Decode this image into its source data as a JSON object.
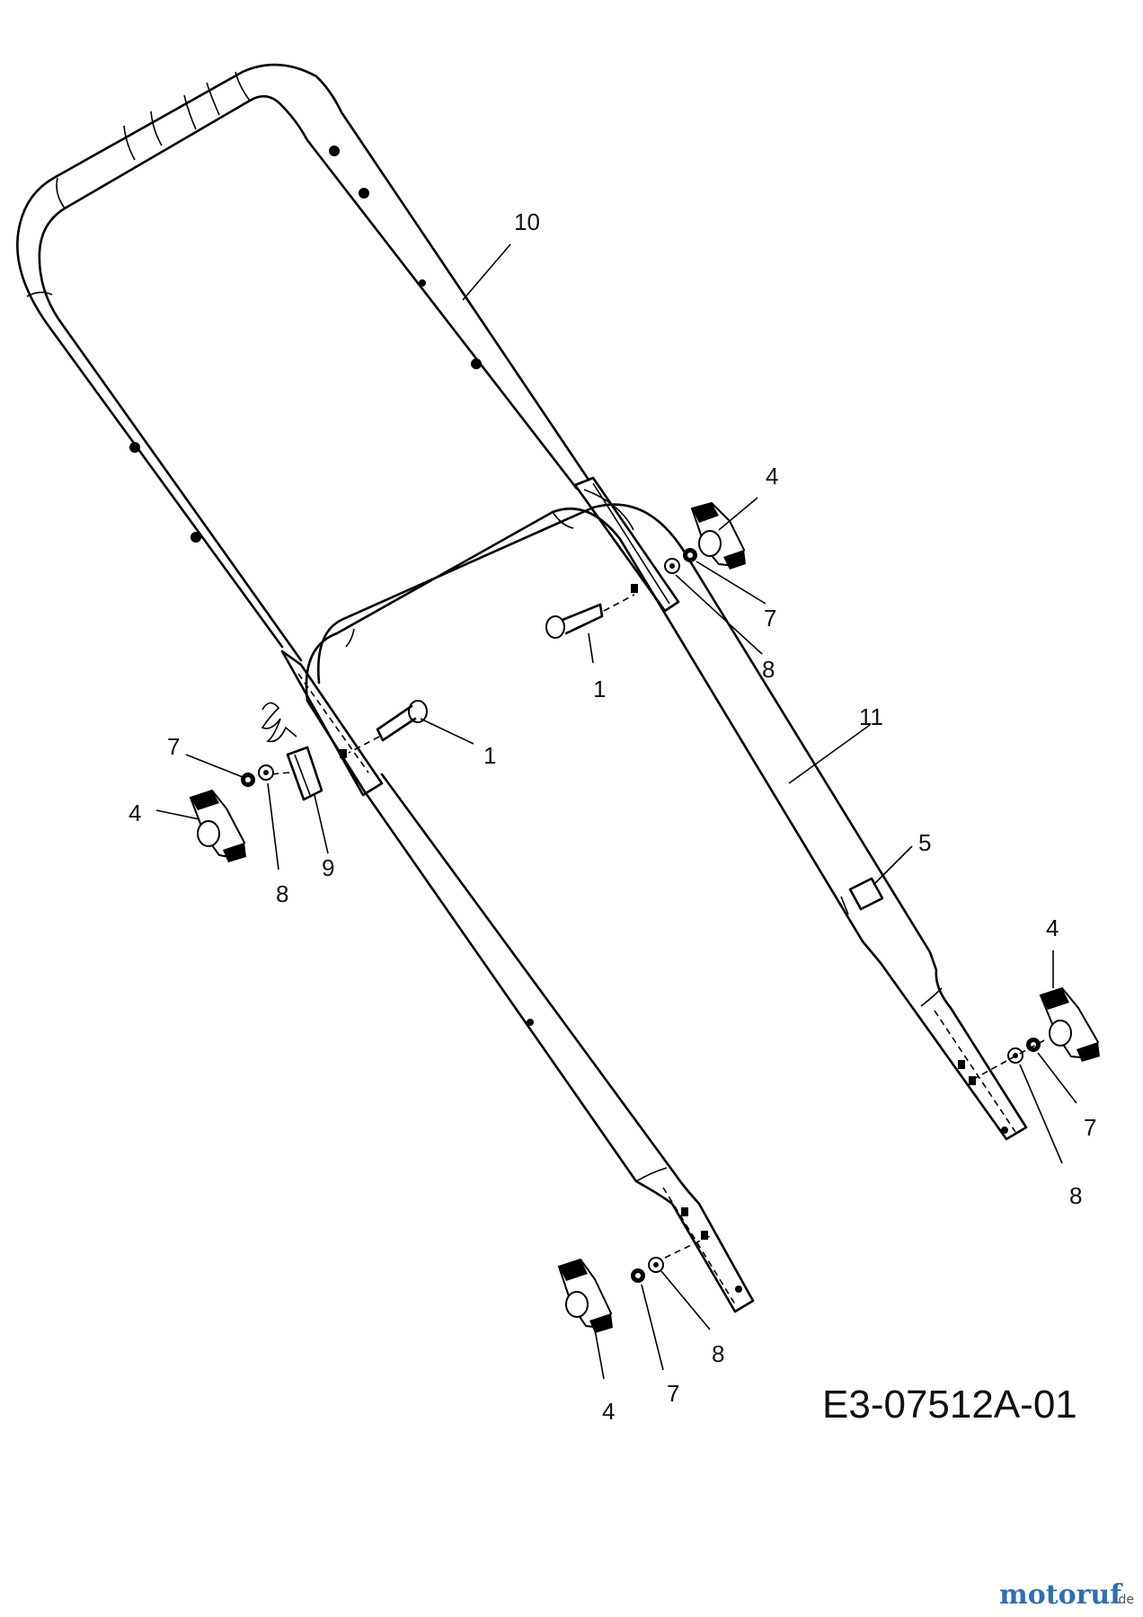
{
  "drawing_code": "E3-07512A-01",
  "logo": {
    "part1": "motoruf",
    "part2": ".de"
  },
  "callouts": [
    {
      "id": "lbl-10",
      "text": "10"
    },
    {
      "id": "lbl-11",
      "text": "11"
    },
    {
      "id": "lbl-4a",
      "text": "4"
    },
    {
      "id": "lbl-7a",
      "text": "7"
    },
    {
      "id": "lbl-8a",
      "text": "8"
    },
    {
      "id": "lbl-1a",
      "text": "1"
    },
    {
      "id": "lbl-1b",
      "text": "1"
    },
    {
      "id": "lbl-7b",
      "text": "7"
    },
    {
      "id": "lbl-4b",
      "text": "4"
    },
    {
      "id": "lbl-8b",
      "text": "8"
    },
    {
      "id": "lbl-9",
      "text": "9"
    },
    {
      "id": "lbl-5",
      "text": "5"
    },
    {
      "id": "lbl-4c",
      "text": "4"
    },
    {
      "id": "lbl-7c",
      "text": "7"
    },
    {
      "id": "lbl-8c",
      "text": "8"
    },
    {
      "id": "lbl-8d",
      "text": "8"
    },
    {
      "id": "lbl-7d",
      "text": "7"
    },
    {
      "id": "lbl-4d",
      "text": "4"
    }
  ],
  "colors": {
    "line": "#000000",
    "logo_m": "#2f6fb0",
    "logo_o": "#d6402c",
    "logo_t": "#e0a020",
    "logo_r": "#3a9a3a"
  }
}
